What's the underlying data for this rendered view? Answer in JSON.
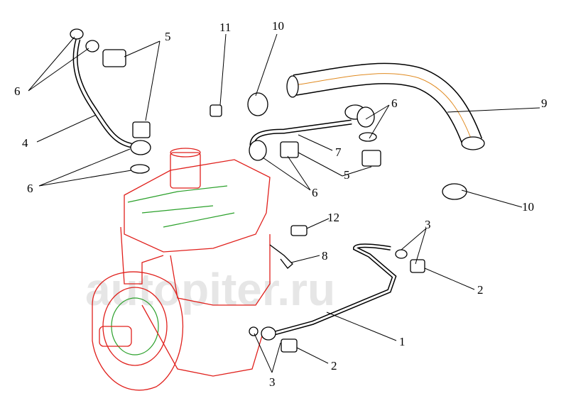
{
  "watermark": "autopiter.ru",
  "callouts": [
    {
      "id": "c5a",
      "text": "5"
    },
    {
      "id": "c11",
      "text": "11"
    },
    {
      "id": "c10a",
      "text": "10"
    },
    {
      "id": "c6a",
      "text": "6"
    },
    {
      "id": "c6b",
      "text": "6"
    },
    {
      "id": "c9",
      "text": "9"
    },
    {
      "id": "c4",
      "text": "4"
    },
    {
      "id": "c7",
      "text": "7"
    },
    {
      "id": "c6c",
      "text": "6"
    },
    {
      "id": "c6d",
      "text": "6"
    },
    {
      "id": "c5b",
      "text": "5"
    },
    {
      "id": "c10b",
      "text": "10"
    },
    {
      "id": "c12",
      "text": "12"
    },
    {
      "id": "c8",
      "text": "8"
    },
    {
      "id": "c3a",
      "text": "3"
    },
    {
      "id": "c2a",
      "text": "2"
    },
    {
      "id": "c1",
      "text": "1"
    },
    {
      "id": "c2b",
      "text": "2"
    },
    {
      "id": "c3b",
      "text": "3"
    }
  ],
  "colors": {
    "compressor": "#e0201c",
    "detail": "#2aa02a",
    "line": "#000000",
    "watermark": "#e6e6e6"
  }
}
